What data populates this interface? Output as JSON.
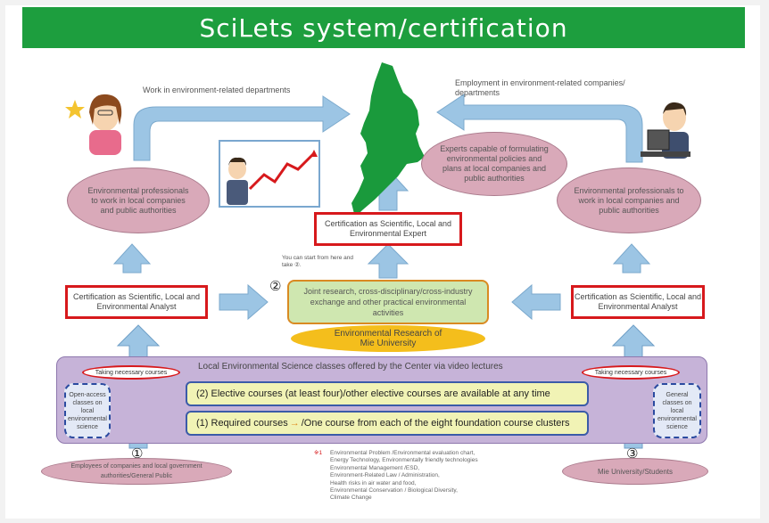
{
  "title": "SciLets system/certification",
  "top_left_caption": "Work in environment-related departments",
  "top_right_caption": "Employment in environment-related companies/ departments",
  "left_professionals": "Environmental professionals to work in local companies and public authorities",
  "right_professionals": "Environmental professionals to work in local companies and public authorities",
  "experts_oval": "Experts capable of formulating environmental policies and plans at local companies and public authorities",
  "expert_cert": "Certification as Scientific, Local and Environmental Expert",
  "left_analyst": "Certification as Scientific, Local and Environmental Analyst",
  "right_analyst": "Certification as Scientific, Local and Environmental Analyst",
  "start_note": "You can start from here and take ②.",
  "num2": "②",
  "joint_research": "Joint research, cross-disciplinary/cross-industry exchange and other practical environmental activities",
  "env_research": "Environmental Research of Mie University",
  "panel_title": "Local Environmental Science classes offered by the Center via video lectures",
  "taking_left": "Taking necessary courses",
  "taking_right": "Taking necessary courses",
  "left_dashed": "Open-access classes on local environmental science",
  "right_dashed": "General classes on local environmental science",
  "elective": "(2) Elective courses (at least four)/other elective courses are available at any time",
  "required_a": "(1) Required courses",
  "required_arrow": "→",
  "required_b": "/One course from each of the eight foundation course clusters",
  "num1": "①",
  "num3": "③",
  "employees": "Employees of companies and local government authorities/General Public",
  "students": "Mie University/Students",
  "footnote_mark": "※1",
  "footnote_lines": [
    "Environmental Problem /Environmental evaluation chart,",
    "Energy Technology, Environmentally friendly technologies",
    "Environmental Management /ESD,",
    "Environment-Related Law / Administration,",
    "Health risks in air water and food,",
    "Environmental Conservation / Biological Diversity,",
    "Climate Change"
  ],
  "colors": {
    "title_bg": "#1d9e3e",
    "arrow_blue": "#9cc5e4",
    "cert_border": "#d7191c",
    "map_green": "#1a9a3c"
  }
}
